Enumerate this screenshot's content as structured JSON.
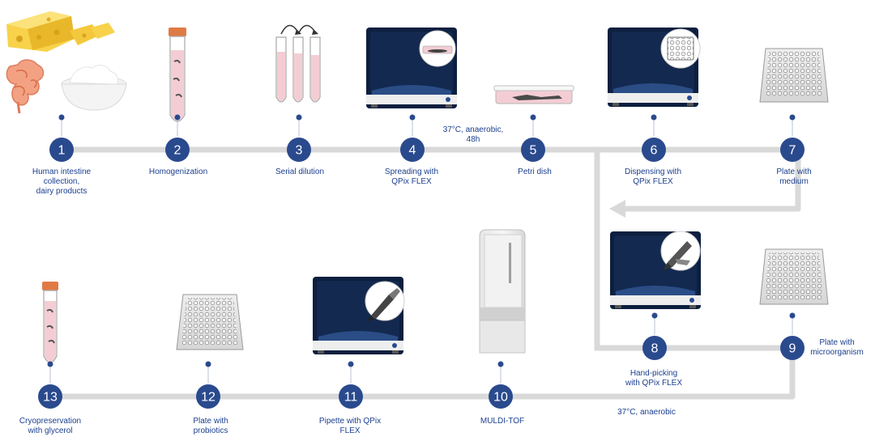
{
  "colors": {
    "line": "#d9d9d9",
    "circle": "#2a4a8e",
    "dot": "#2a4a8e",
    "label": "#1b3f8f",
    "machine": "#0d1f3f",
    "tube_cap": "#e07a45",
    "liquid": "#f4cdd4"
  },
  "steps": [
    {
      "num": "1",
      "label": [
        "Human intestine",
        "collection,",
        "dairy products"
      ],
      "icon": "samples-icon"
    },
    {
      "num": "2",
      "label": [
        "Homogenization"
      ],
      "icon": "tube-icon"
    },
    {
      "num": "3",
      "label": [
        "Serial dilution"
      ],
      "icon": "dilution-tubes-icon"
    },
    {
      "num": "4",
      "label": [
        "Spreading with",
        "QPix FLEX"
      ],
      "icon": "qpix-machine-icon"
    },
    {
      "num": "5",
      "label": [
        "Petri dish"
      ],
      "icon": "petri-dish-icon"
    },
    {
      "num": "6",
      "label": [
        "Dispensing with",
        "QPix FLEX"
      ],
      "icon": "qpix-machine-icon"
    },
    {
      "num": "7",
      "label": [
        "Plate with",
        "medium"
      ],
      "icon": "well-plate-icon"
    },
    {
      "num": "8",
      "label": [
        "Hand-picking",
        "with QPix FLEX"
      ],
      "icon": "qpix-machine-icon"
    },
    {
      "num": "9",
      "label": [
        "Plate with",
        "microorganism"
      ],
      "icon": "well-plate-icon"
    },
    {
      "num": "10",
      "label": [
        "MULDI-TOF"
      ],
      "icon": "maldi-tof-instrument-icon"
    },
    {
      "num": "11",
      "label": [
        "Pipette with QPix",
        "FLEX"
      ],
      "icon": "qpix-machine-icon"
    },
    {
      "num": "12",
      "label": [
        "Plate with",
        "probiotics"
      ],
      "icon": "well-plate-icon"
    },
    {
      "num": "13",
      "label": [
        "Cryopreservation",
        "with glycerol"
      ],
      "icon": "tube-icon"
    }
  ],
  "conditions": [
    {
      "lines": [
        "37°C, anaerobic,",
        "48h"
      ]
    },
    {
      "lines": [
        "37°C, anaerobic"
      ]
    }
  ]
}
